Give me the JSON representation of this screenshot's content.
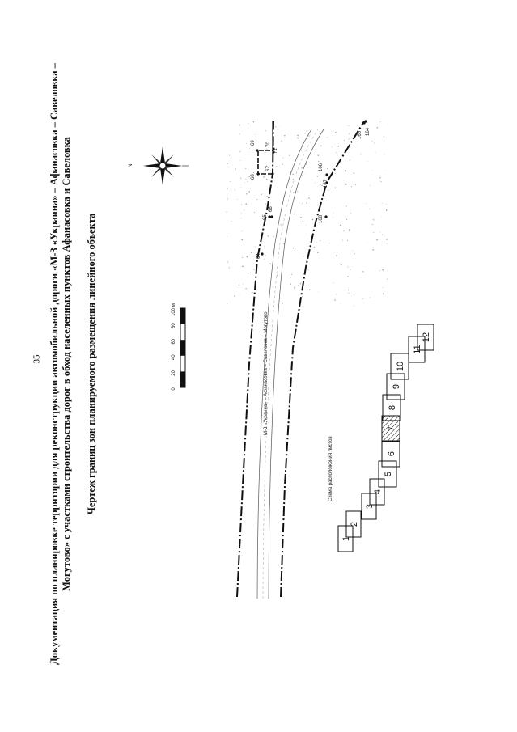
{
  "page_number": "35",
  "title_line1": "Документация по планировке территории для реконструкции автомобильной дороги «М-3 «Украина» – Афанасовка – Савеловка –",
  "title_line2": "Могутово» с участками строительства дорог в обход населенных пунктов Афанасовка и Савеловка",
  "drawing_title": "Чертеж границ зон планируемого размещения линейного объекта",
  "north_label": "N",
  "scale_bar": {
    "ticks": [
      "0",
      "20",
      "40",
      "60",
      "80",
      "100 м"
    ]
  },
  "road_label": "М-3 «Украина» – Афанасовка – Савеловка – Могутово",
  "point_labels": [
    "69",
    "70",
    "71",
    "68",
    "67",
    "65",
    "66",
    "64",
    "165",
    "164",
    "166",
    "167",
    "168"
  ],
  "sheet_layout": {
    "title": "Схема расположения листов",
    "sheets": [
      "1",
      "2",
      "3",
      "4",
      "5",
      "6",
      "7",
      "8",
      "9",
      "10",
      "11",
      "12"
    ],
    "current_sheet": "7"
  },
  "colors": {
    "line": "#111111",
    "terrain": "#9a9a9a"
  }
}
